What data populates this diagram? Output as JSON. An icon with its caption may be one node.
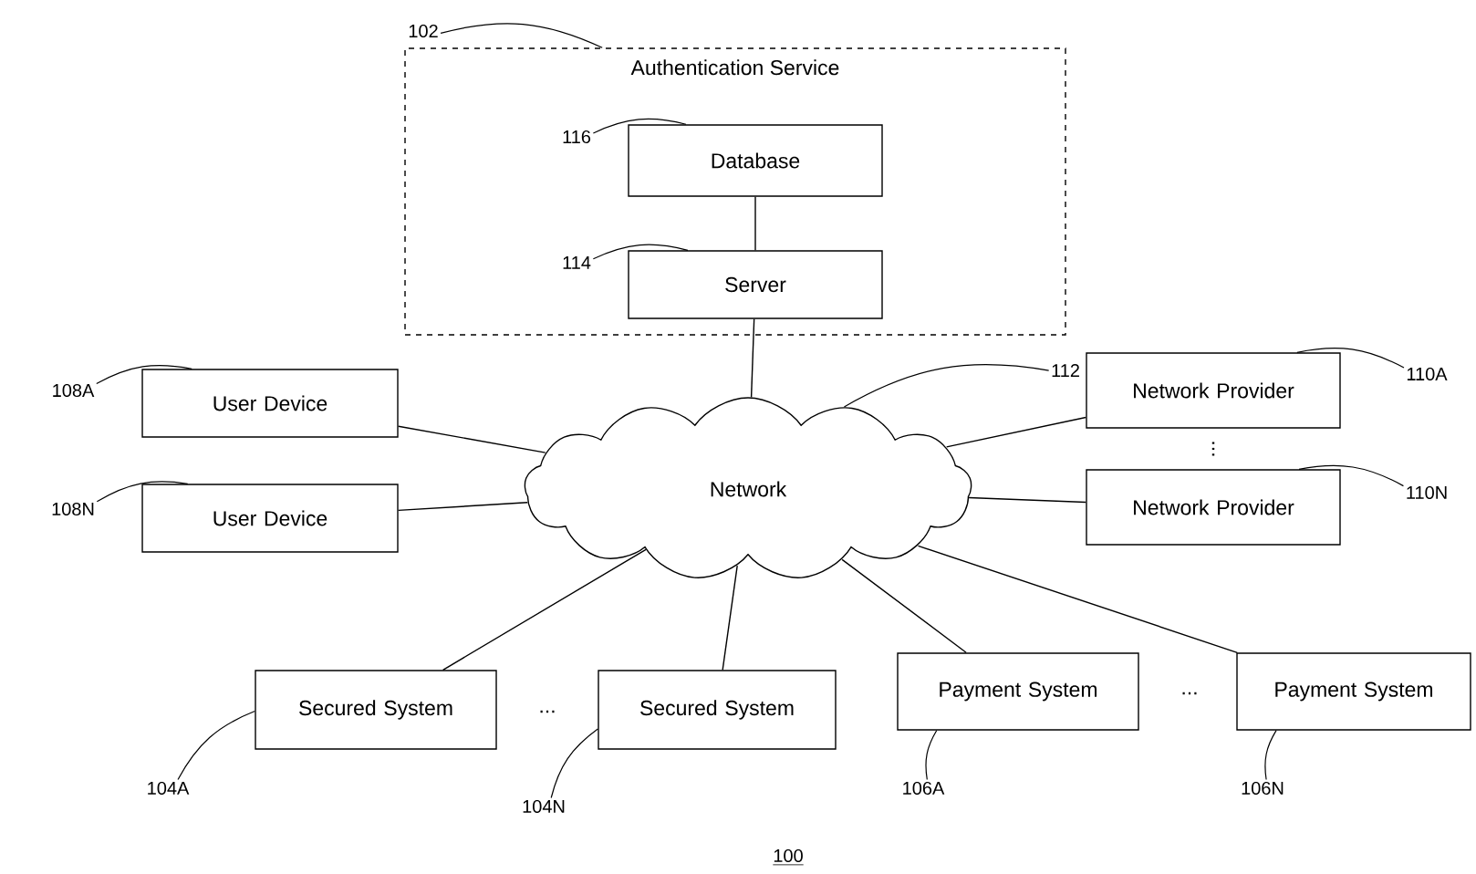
{
  "diagram": {
    "nodes": [
      {
        "text": [
          "Authentication Service"
        ]
      },
      {
        "text": [
          "Database"
        ],
        "in": 0
      },
      {
        "text": [
          "Server"
        ],
        "in": 0
      },
      {
        "text": [
          "Network"
        ]
      },
      {
        "text": [
          "User Device"
        ]
      },
      {
        "text": [
          "User Device"
        ]
      },
      {
        "text": [
          "Network Provider"
        ]
      },
      {
        "text": [
          "Network Provider"
        ]
      },
      {
        "text": [
          "Secured System"
        ]
      },
      {
        "text": [
          "Secured System"
        ]
      },
      {
        "text": [
          "Payment System"
        ]
      },
      {
        "text": [
          "Payment System"
        ]
      },
      {
        "text": [
          "102"
        ]
      },
      {
        "text": [
          "116"
        ],
        "in": 0
      },
      {
        "text": [
          "114"
        ],
        "in": 0
      },
      {
        "text": [
          "112"
        ]
      },
      {
        "text": [
          "108A"
        ]
      },
      {
        "text": [
          "108N"
        ]
      },
      {
        "text": [
          "110A"
        ]
      },
      {
        "text": [
          "110N"
        ]
      },
      {
        "text": [
          "104A"
        ]
      },
      {
        "text": [
          "104N"
        ]
      },
      {
        "text": [
          "106A"
        ]
      },
      {
        "text": [
          "106N"
        ]
      }
    ],
    "edges": [
      {
        "from": 1,
        "to": 2,
        "arrow": "none"
      },
      {
        "from": 2,
        "to": 3,
        "arrow": "none"
      },
      {
        "from": 4,
        "to": 3,
        "arrow": "none"
      },
      {
        "from": 5,
        "to": 3,
        "arrow": "none"
      },
      {
        "from": 6,
        "to": 3,
        "arrow": "none"
      },
      {
        "from": 7,
        "to": 3,
        "arrow": "none"
      },
      {
        "from": 8,
        "to": 3,
        "arrow": "none"
      },
      {
        "from": 9,
        "to": 3,
        "arrow": "none"
      },
      {
        "from": 10,
        "to": 3,
        "arrow": "none"
      },
      {
        "from": 11,
        "to": 3,
        "arrow": "none"
      },
      {
        "from": 12,
        "to": 0,
        "arrow": "none"
      },
      {
        "from": 13,
        "to": 1,
        "arrow": "none"
      },
      {
        "from": 14,
        "to": 2,
        "arrow": "none"
      },
      {
        "from": 15,
        "to": 3,
        "arrow": "none"
      },
      {
        "from": 16,
        "to": 4,
        "arrow": "none"
      },
      {
        "from": 17,
        "to": 5,
        "arrow": "none"
      },
      {
        "from": 18,
        "to": 6,
        "arrow": "none"
      },
      {
        "from": 19,
        "to": 7,
        "arrow": "none"
      },
      {
        "from": 20,
        "to": 8,
        "arrow": "none"
      },
      {
        "from": 21,
        "to": 9,
        "arrow": "none"
      },
      {
        "from": 22,
        "to": 10,
        "arrow": "none"
      },
      {
        "from": 23,
        "to": 11,
        "arrow": "none"
      }
    ],
    "labels": [
      "...",
      "...",
      "...",
      "100"
    ]
  }
}
